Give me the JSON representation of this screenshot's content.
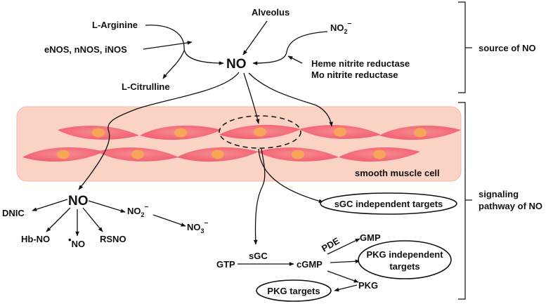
{
  "colors": {
    "band_fill": "#fbd3c4",
    "band_stroke": "#f3b9a6",
    "cell_fill": "#f25d6f",
    "cell_highlight": "#f58c8f",
    "nucleus_fill": "#f7a757"
  },
  "labels": {
    "l_arginine": "L-Arginine",
    "nos": "eNOS, nNOS, iNOS",
    "l_citrulline": "L-Citrulline",
    "alveolus": "Alveolus",
    "nitrite_base": "NO",
    "nitrite_sub": "2",
    "nitrite_sup": "−",
    "no_center": "NO",
    "reductase_1": "Heme nitrite reductase",
    "reductase_2": "Mo nitrite reductase",
    "source_of_no": "source of NO",
    "smooth_muscle": "smooth muscle cell",
    "no_lower": "NO",
    "dnic": "DNIC",
    "hb_no": "Hb-NO",
    "radical_dot": "•",
    "radical_no": "NO",
    "rsno": "RSNO",
    "no2_base": "NO",
    "no2_sub": "2",
    "no2_sup": "−",
    "no3_base": "NO",
    "no3_sub": "3",
    "no3_sup": "−",
    "sgc_independent": "sGC independent targets",
    "signaling_1": "signaling",
    "signaling_2": "pathway of NO",
    "pde": "PDE",
    "gmp": "GMP",
    "gtp": "GTP",
    "sgc": "sGC",
    "cgmp": "cGMP",
    "pkg_independent_1": "PKG independent",
    "pkg_independent_2": "targets",
    "pkg": "PKG",
    "pkg_targets": "PKG targets"
  }
}
